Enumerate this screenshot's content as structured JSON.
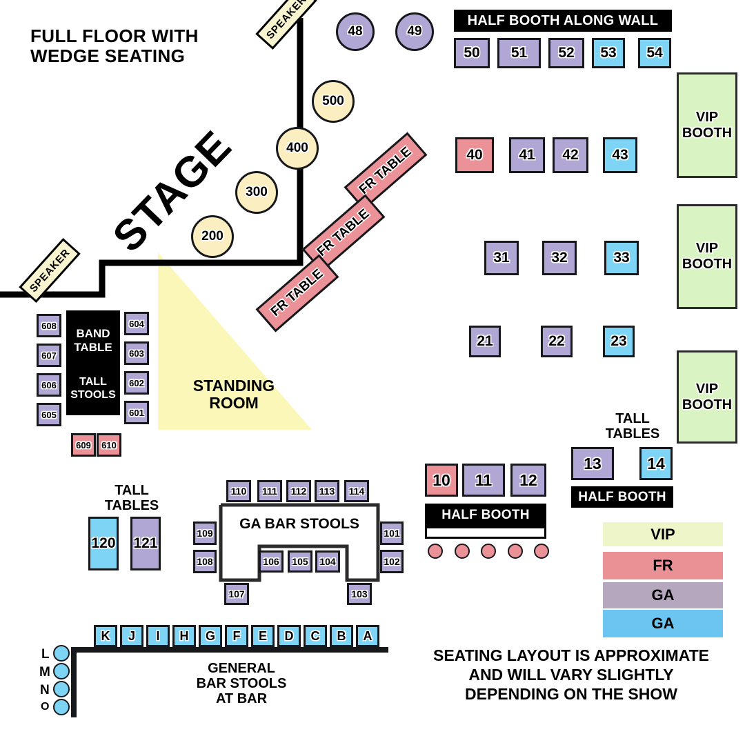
{
  "headings": {
    "title": "FULL FLOOR WITH\nWEDGE SEATING",
    "disclaimer": "SEATING LAYOUT IS APPROXIMATE\nAND WILL VARY SLIGHTLY\nDEPENDING ON THE SHOW"
  },
  "stage": {
    "label": "STAGE",
    "speaker_top": "SPEAKER",
    "speaker_bottom": "SPEAKER"
  },
  "zones": {
    "standing_room": "STANDING\nROOM",
    "band_table": "BAND\nTABLE",
    "tall_stools": "TALL\nSTOOLS",
    "ga_bar_stools": "GA BAR STOOLS",
    "general_bar_stools": "GENERAL\nBAR STOOLS\nAT BAR",
    "tall_tables_left": "TALL\nTABLES",
    "tall_tables_right": "TALL\nTABLES",
    "half_booth_along_wall": "HALF BOOTH ALONG WALL",
    "half_booth_center": "HALF BOOTH",
    "half_booth_right": "HALF BOOTH",
    "vip_booth": "VIP\nBOOTH"
  },
  "colors": {
    "vip": "#d9f3c2",
    "vip_legend": "#eef6c9",
    "fr": "#eb9298",
    "ga_purple": "#b0a7d4",
    "ga_blue": "#7ed4f5",
    "standing_room": "#fbf7b8",
    "speaker": "#f8f4cf",
    "outline": "#16181c"
  },
  "wedge_circles": [
    {
      "label": "200",
      "type": "vip"
    },
    {
      "label": "300",
      "type": "vip"
    },
    {
      "label": "400",
      "type": "vip"
    },
    {
      "label": "500",
      "type": "vip"
    }
  ],
  "top_circles": [
    {
      "label": "48",
      "type": "ga_purple"
    },
    {
      "label": "49",
      "type": "ga_purple"
    }
  ],
  "fr_tables": [
    {
      "label": "FR TABLE"
    },
    {
      "label": "FR TABLE"
    },
    {
      "label": "FR TABLE"
    }
  ],
  "wall_row_50s": [
    {
      "label": "50",
      "type": "ga_purple"
    },
    {
      "label": "51",
      "type": "ga_purple"
    },
    {
      "label": "52",
      "type": "ga_purple"
    },
    {
      "label": "53",
      "type": "ga_blue"
    },
    {
      "label": "54",
      "type": "ga_blue"
    }
  ],
  "row_40s": [
    {
      "label": "40",
      "type": "fr"
    },
    {
      "label": "41",
      "type": "ga_purple"
    },
    {
      "label": "42",
      "type": "ga_purple"
    },
    {
      "label": "43",
      "type": "ga_blue"
    }
  ],
  "row_30s": [
    {
      "label": "31",
      "type": "ga_purple"
    },
    {
      "label": "32",
      "type": "ga_purple"
    },
    {
      "label": "33",
      "type": "ga_blue"
    }
  ],
  "row_20s": [
    {
      "label": "21",
      "type": "ga_purple"
    },
    {
      "label": "22",
      "type": "ga_purple"
    },
    {
      "label": "23",
      "type": "ga_blue"
    }
  ],
  "row_10s": [
    {
      "label": "10",
      "type": "fr"
    },
    {
      "label": "11",
      "type": "ga_purple"
    },
    {
      "label": "12",
      "type": "ga_purple"
    }
  ],
  "tall_tables_right_seats": [
    {
      "label": "13",
      "type": "ga_purple"
    },
    {
      "label": "14",
      "type": "ga_blue"
    }
  ],
  "tall_tables_left_seats": [
    {
      "label": "120",
      "type": "ga_blue"
    },
    {
      "label": "121",
      "type": "ga_purple"
    }
  ],
  "vip_booths": [
    {
      "label": "VIP\nBOOTH"
    },
    {
      "label": "VIP\nBOOTH"
    },
    {
      "label": "VIP\nBOOTH"
    }
  ],
  "band_seats_left": [
    {
      "label": "608",
      "type": "ga_purple"
    },
    {
      "label": "607",
      "type": "ga_purple"
    },
    {
      "label": "606",
      "type": "ga_purple"
    },
    {
      "label": "605",
      "type": "ga_purple"
    }
  ],
  "band_seats_right": [
    {
      "label": "604",
      "type": "ga_purple"
    },
    {
      "label": "603",
      "type": "ga_purple"
    },
    {
      "label": "602",
      "type": "ga_purple"
    },
    {
      "label": "601",
      "type": "ga_purple"
    }
  ],
  "band_seats_bottom": [
    {
      "label": "609",
      "type": "fr"
    },
    {
      "label": "610",
      "type": "fr"
    }
  ],
  "ga_bar_top": [
    {
      "label": "110",
      "type": "ga_purple"
    },
    {
      "label": "111",
      "type": "ga_purple"
    },
    {
      "label": "112",
      "type": "ga_purple"
    },
    {
      "label": "113",
      "type": "ga_purple"
    },
    {
      "label": "114",
      "type": "ga_purple"
    }
  ],
  "ga_bar_left": [
    {
      "label": "109",
      "type": "ga_purple"
    },
    {
      "label": "108",
      "type": "ga_purple"
    }
  ],
  "ga_bar_right": [
    {
      "label": "101",
      "type": "ga_purple"
    },
    {
      "label": "102",
      "type": "ga_purple"
    }
  ],
  "ga_bar_inner": [
    {
      "label": "106",
      "type": "ga_purple"
    },
    {
      "label": "105",
      "type": "ga_purple"
    },
    {
      "label": "104",
      "type": "ga_purple"
    }
  ],
  "ga_bar_corner_left": {
    "label": "107",
    "type": "ga_purple"
  },
  "ga_bar_corner_right": {
    "label": "103",
    "type": "ga_purple"
  },
  "bar_letters": [
    "K",
    "J",
    "I",
    "H",
    "G",
    "F",
    "E",
    "D",
    "C",
    "B",
    "A"
  ],
  "bar_dots": [
    "L",
    "M",
    "N",
    "O"
  ],
  "half_booth_dots_count": 5,
  "legend": [
    {
      "label": "VIP",
      "swatch": "vip_legend"
    },
    {
      "label": "FR",
      "swatch": "fr"
    },
    {
      "label": "GA",
      "swatch": "ga_purple_legend"
    },
    {
      "label": "GA",
      "swatch": "ga_blue_legend"
    }
  ]
}
